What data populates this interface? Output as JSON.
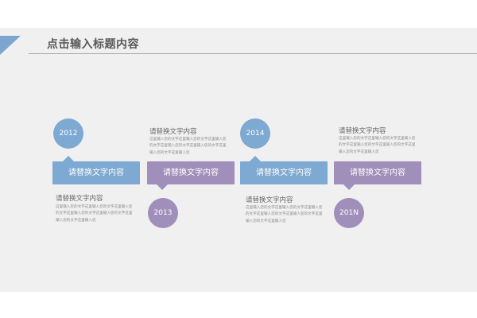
{
  "slide": {
    "title": "点击输入标题内容"
  },
  "milestones": [
    {
      "year": "2012",
      "label": "请替换文字内容",
      "heading": "请替换文字内容",
      "text": "这里输入您的文字这里输入您的文字这里输入您的文字这里输入您的文字这里输入您的文字这里输入您的文字这里输入您"
    },
    {
      "year": "2013",
      "label": "请替换文字内容",
      "heading": "请替换文字内容",
      "text": "这里输入您的文字这里输入您的文字这里输入您的文字这里输入您的文字这里输入您的文字这里输入您的文字这里输入您"
    },
    {
      "year": "2014",
      "label": "请替换文字内容",
      "heading": "请替换文字内容",
      "text": "这里输入您的文字这里输入您的文字这里输入您的文字这里输入您的文字这里输入您的文字这里输入您的文字这里输入您"
    },
    {
      "year": "201N",
      "label": "请替换文字内容",
      "heading": "请替换文字内容",
      "text": "这里输入您的文字这里输入您的文字这里输入您的文字这里输入您的文字这里输入您的文字这里输入您的文字这里输入您"
    }
  ],
  "colors": {
    "blue": "#7ea9d2",
    "purple": "#a08fba",
    "background": "#f0f0f1"
  }
}
